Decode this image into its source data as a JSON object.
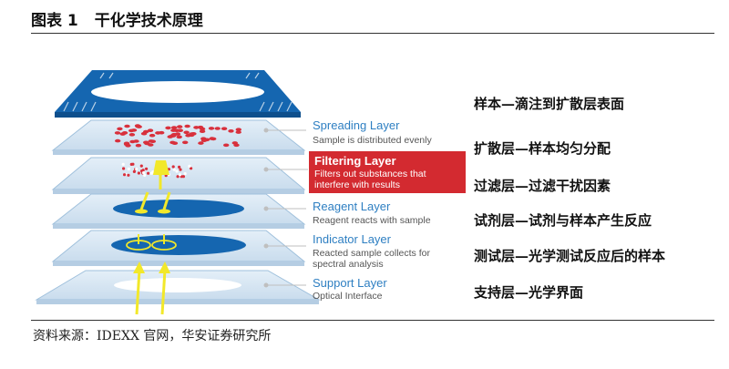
{
  "figure": {
    "number": "图表 1",
    "title": "干化学技术原理",
    "source": "资料来源：IDEXX 官网，华安证券研究所"
  },
  "layers": [
    {
      "name": "Spreading Layer",
      "description": "Sample is distributed evenly",
      "cn": "扩散层—样本均匀分配",
      "highlight": false
    },
    {
      "name": "Filtering Layer",
      "description": "Filters out substances that interfere with results",
      "desc_lines": [
        "Filters out substances that",
        "interfere with results"
      ],
      "cn": "过滤层—过滤干扰因素",
      "highlight": true
    },
    {
      "name": "Reagent Layer",
      "description": "Reagent reacts with sample",
      "cn": "试剂层—试剂与样本产生反应",
      "highlight": false
    },
    {
      "name": "Indicator Layer",
      "description": "Reacted sample collects for spectral analysis",
      "desc_lines": [
        "Reacted sample collects for",
        "spectral analysis"
      ],
      "cn": "测试层—光学测试反应后的样本",
      "highlight": false
    },
    {
      "name": "Support Layer",
      "description": "Optical Interface",
      "cn": "支持层—光学界面",
      "highlight": false
    }
  ],
  "top_label": "样本—滴注到扩散层表面",
  "colors": {
    "layer_fill": "#d8e8f4",
    "layer_edge": "#9fc0dc",
    "blue": "#1566b0",
    "red_dots": "#d8303c",
    "yellow": "#f2e82a",
    "highlight_box": "#d32a30",
    "label_blue": "#2e7fc2"
  }
}
